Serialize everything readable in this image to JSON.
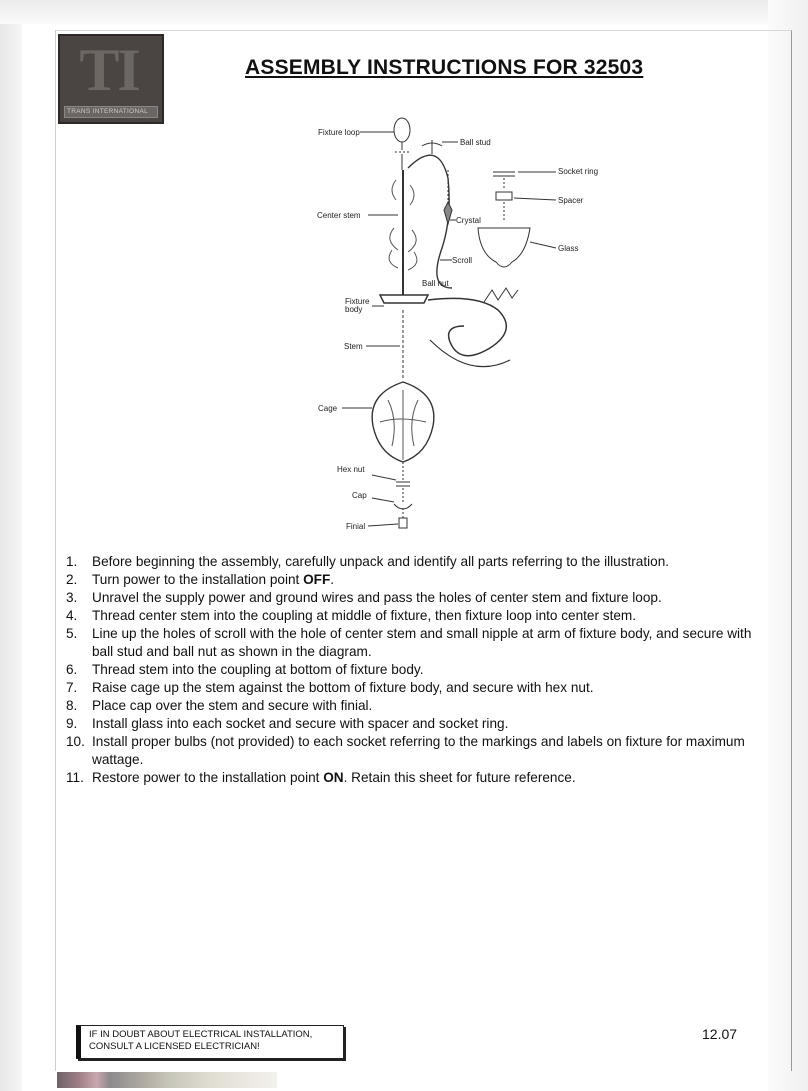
{
  "logo": {
    "mark": "TI",
    "subtitle": "TRANS INTERNATIONAL"
  },
  "title": "ASSEMBLY INSTRUCTIONS FOR 32503",
  "diagram_labels": {
    "fixture_loop": "Fixture loop",
    "ball_stud": "Ball stud",
    "socket_ring": "Socket ring",
    "spacer": "Spacer",
    "center_stem": "Center stem",
    "crystal": "Crystal",
    "glass": "Glass",
    "scroll": "Scroll",
    "ball_nut": "Ball nut",
    "fixture_body_1": "Fixture",
    "fixture_body_2": "body",
    "stem": "Stem",
    "cage": "Cage",
    "hex_nut": "Hex nut",
    "cap": "Cap",
    "finial": "Finial"
  },
  "steps": [
    {
      "num": "1.",
      "text": "Before beginning the assembly, carefully unpack and identify all parts referring to the illustration."
    },
    {
      "num": "2.",
      "pre": "Turn power to the installation point ",
      "bold": "OFF",
      "post": "."
    },
    {
      "num": "3.",
      "text": "Unravel the supply power and ground wires and pass the holes of center stem and fixture loop."
    },
    {
      "num": "4.",
      "text": "Thread center stem into the coupling at middle of fixture, then fixture loop into center stem."
    },
    {
      "num": "5.",
      "text": "Line up the holes of scroll with the hole of center stem and small nipple at arm of fixture body, and secure with ball stud and ball nut as shown in the diagram."
    },
    {
      "num": "6.",
      "text": "Thread stem into the coupling at bottom of fixture body."
    },
    {
      "num": "7.",
      "text": "Raise cage up the stem against the bottom of fixture body, and secure with hex nut."
    },
    {
      "num": "8.",
      "text": "Place cap over the stem and secure with finial."
    },
    {
      "num": "9.",
      "text": "Install glass into each socket and secure with spacer and socket ring."
    },
    {
      "num": "10.",
      "text": "Install proper bulbs (not provided) to each socket referring to the markings and labels on fixture for maximum wattage."
    },
    {
      "num": "11.",
      "pre": "Restore power to the installation point ",
      "bold": "ON",
      "post": ". Retain this sheet for future reference."
    }
  ],
  "warning": {
    "line1": "IF IN DOUBT ABOUT ELECTRICAL INSTALLATION,",
    "line2": "CONSULT A LICENSED ELECTRICIAN!"
  },
  "doc_code": "12.07"
}
